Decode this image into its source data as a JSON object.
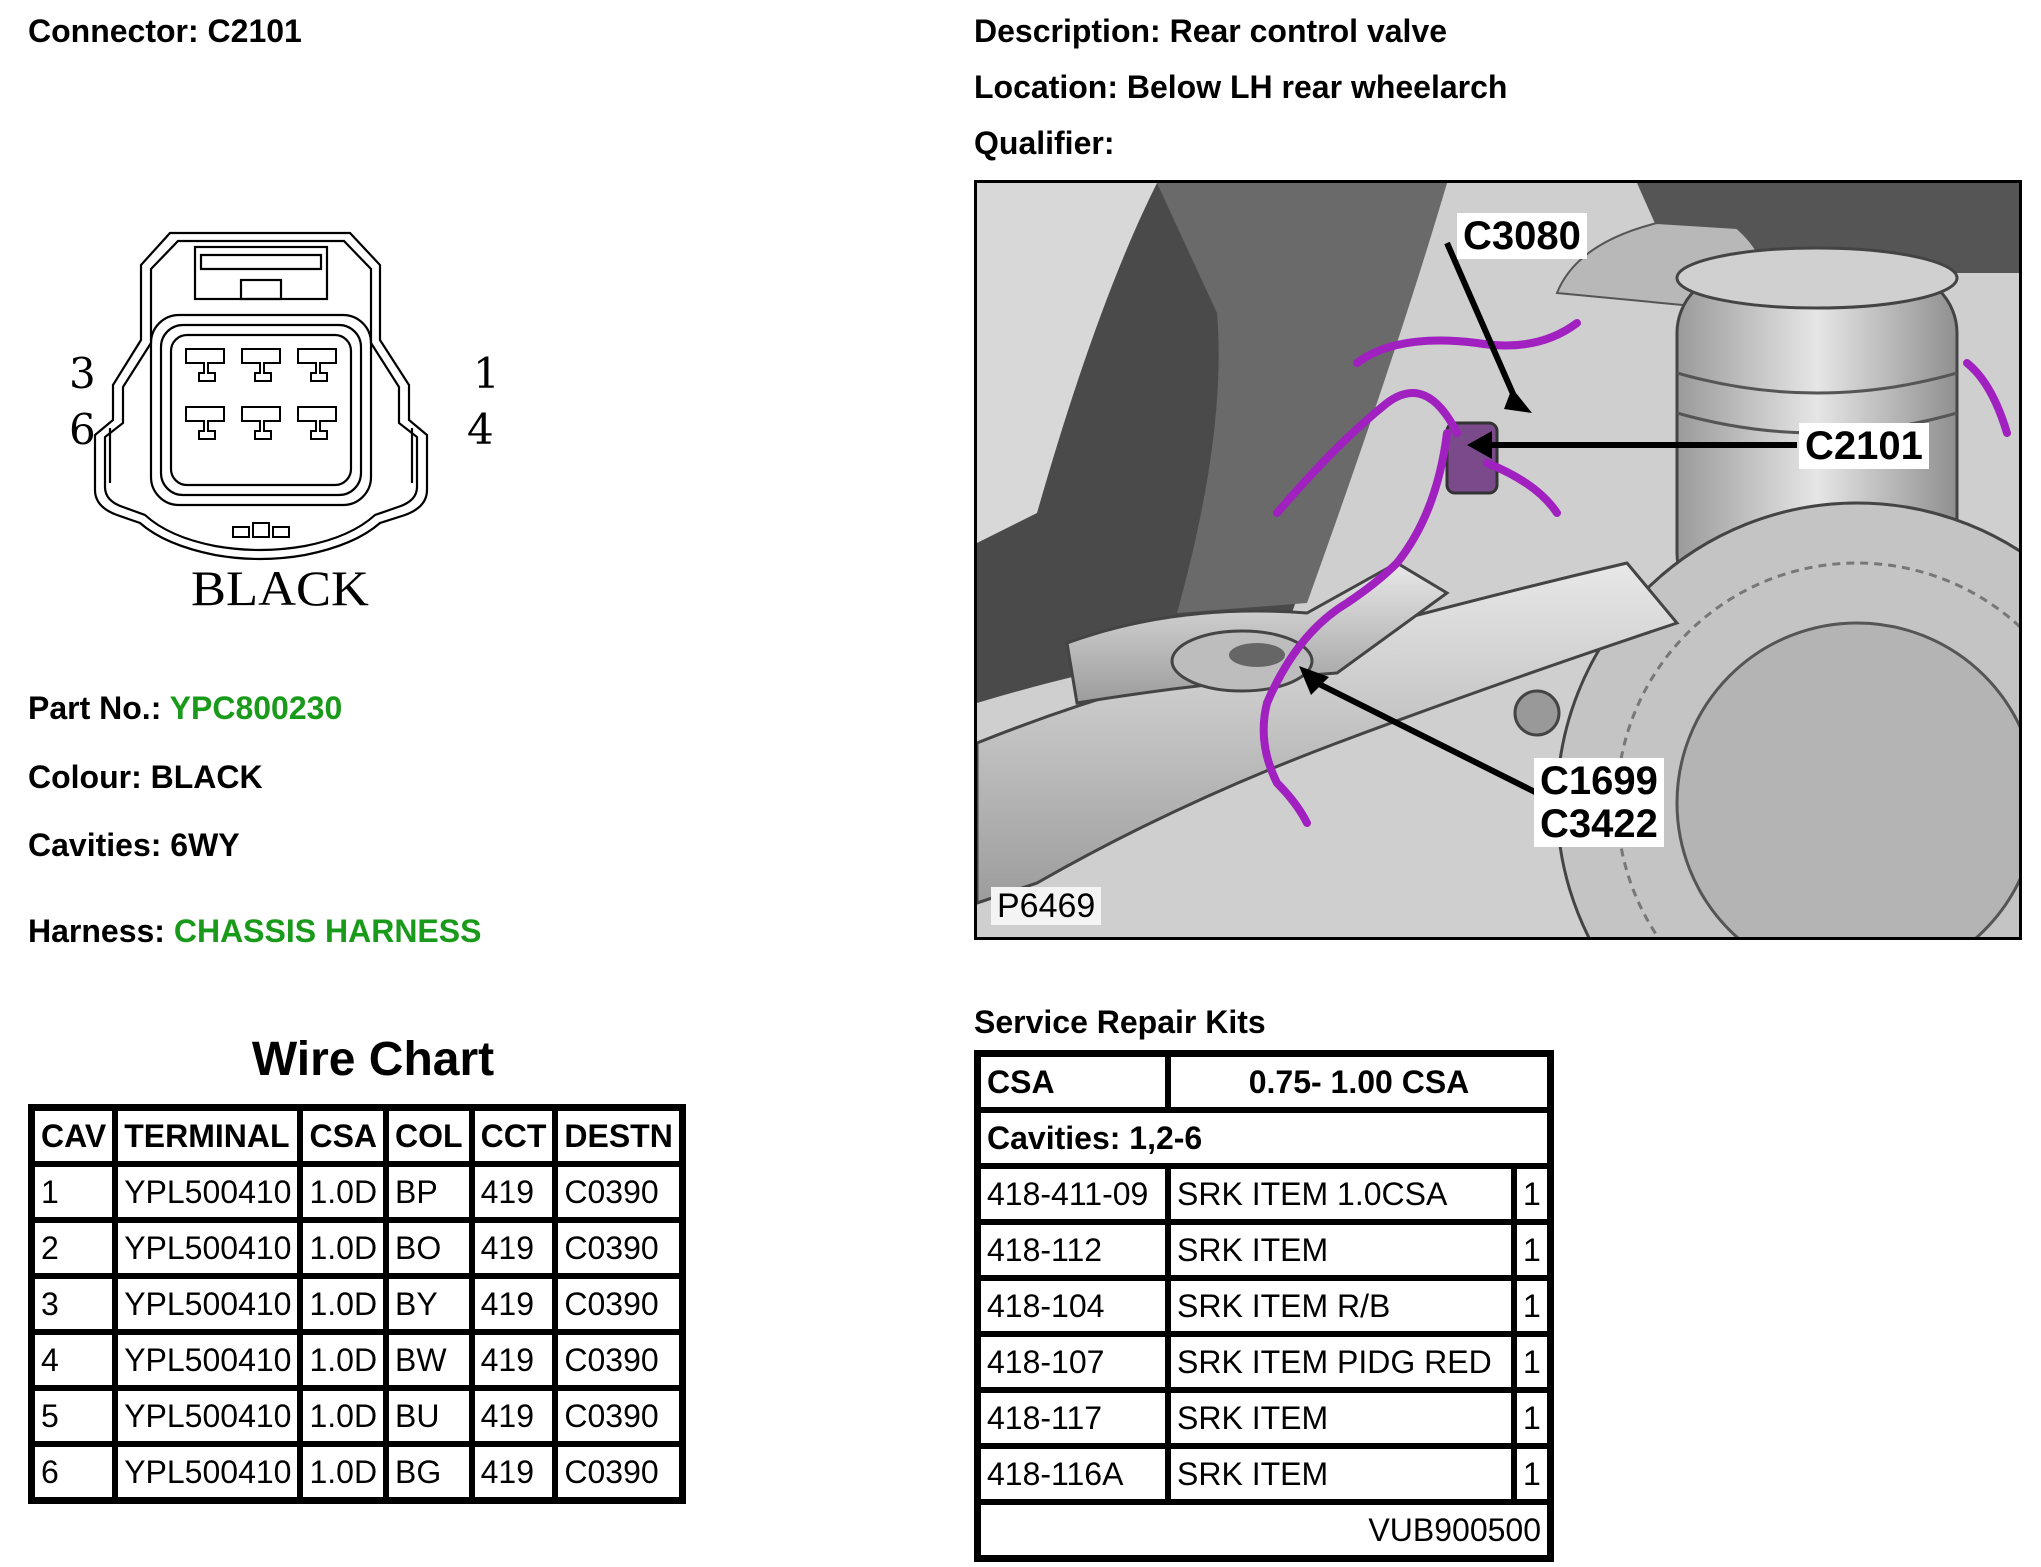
{
  "connector": {
    "label": "Connector:",
    "id": "C2101",
    "cavity_labels": [
      "3",
      "6",
      "1",
      "4"
    ],
    "colour_label": "BLACK"
  },
  "description": {
    "description_label": "Description:",
    "description_value": "Rear control valve",
    "location_label": "Location:",
    "location_value": "Below LH rear wheelarch",
    "qualifier_label": "Qualifier:"
  },
  "details": {
    "part_no_label": "Part No.:",
    "part_no_value": "YPC800230",
    "colour_label": "Colour:",
    "colour_value": "BLACK",
    "cavities_label": "Cavities:",
    "cavities_value": "6WY",
    "harness_label": "Harness:",
    "harness_value": "CHASSIS HARNESS"
  },
  "photo": {
    "callouts": [
      "C3080",
      "C2101",
      "C1699",
      "C3422"
    ],
    "ref": "P6469"
  },
  "wire_chart": {
    "title": "Wire Chart",
    "headers": [
      "CAV",
      "TERMINAL",
      "CSA",
      "COL",
      "CCT",
      "DESTN"
    ],
    "rows": [
      [
        "1",
        "YPL500410",
        "1.0D",
        "BP",
        "419",
        "C0390"
      ],
      [
        "2",
        "YPL500410",
        "1.0D",
        "BO",
        "419",
        "C0390"
      ],
      [
        "3",
        "YPL500410",
        "1.0D",
        "BY",
        "419",
        "C0390"
      ],
      [
        "4",
        "YPL500410",
        "1.0D",
        "BW",
        "419",
        "C0390"
      ],
      [
        "5",
        "YPL500410",
        "1.0D",
        "BU",
        "419",
        "C0390"
      ],
      [
        "6",
        "YPL500410",
        "1.0D",
        "BG",
        "419",
        "C0390"
      ]
    ]
  },
  "service_kits": {
    "title": "Service Repair Kits",
    "csa_label": "CSA",
    "csa_value": "0.75- 1.00 CSA",
    "cavities": "Cavities: 1,2-6",
    "rows": [
      [
        "418-411-09",
        "SRK ITEM 1.0CSA",
        "1"
      ],
      [
        "418-112",
        "SRK ITEM",
        "1"
      ],
      [
        "418-104",
        "SRK ITEM R/B",
        "1"
      ],
      [
        "418-107",
        "SRK ITEM PIDG RED",
        "1"
      ],
      [
        "418-117",
        "SRK ITEM",
        "1"
      ],
      [
        "418-116A",
        "SRK ITEM",
        "1"
      ]
    ],
    "footer": "VUB900500"
  },
  "colors": {
    "accent_green": "#1a9a1a",
    "harness_purple": "#a020c0"
  }
}
